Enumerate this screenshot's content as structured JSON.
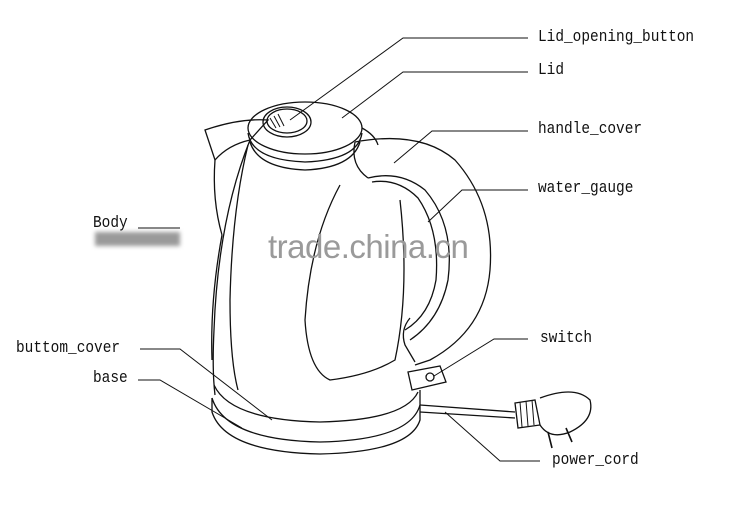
{
  "labels": {
    "lid_opening_button": "Lid_opening_button",
    "lid": "Lid",
    "handle_cover": "handle_cover",
    "water_gauge": "water_gauge",
    "body": "Body",
    "switch": "switch",
    "buttom_cover": "buttom_cover",
    "base": "base",
    "power_cord": "power_cord"
  },
  "watermark": "trade.china.cn",
  "colors": {
    "line": "#111111",
    "watermark": "#9a9a9a"
  }
}
